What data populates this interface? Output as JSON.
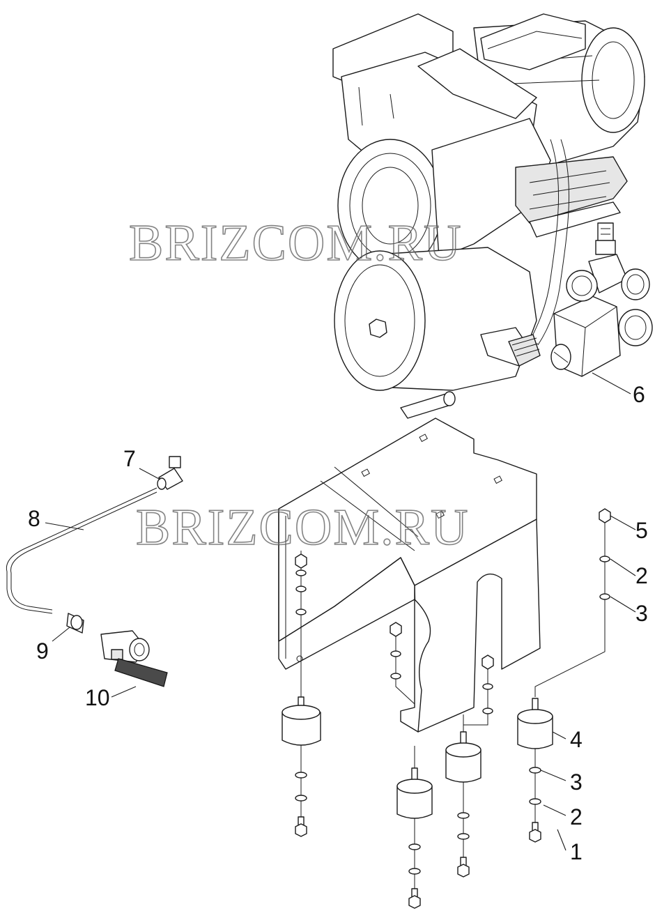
{
  "callouts": [
    {
      "id": "c1",
      "label": "1"
    },
    {
      "id": "c2a",
      "label": "2"
    },
    {
      "id": "c2b",
      "label": "2"
    },
    {
      "id": "c3a",
      "label": "3"
    },
    {
      "id": "c3b",
      "label": "3"
    },
    {
      "id": "c4",
      "label": "4"
    },
    {
      "id": "c5",
      "label": "5"
    },
    {
      "id": "c6",
      "label": "6"
    },
    {
      "id": "c7",
      "label": "7"
    },
    {
      "id": "c8",
      "label": "8"
    },
    {
      "id": "c9",
      "label": "9"
    },
    {
      "id": "c10",
      "label": "10"
    }
  ],
  "watermark": "BRIZCOM.RU"
}
